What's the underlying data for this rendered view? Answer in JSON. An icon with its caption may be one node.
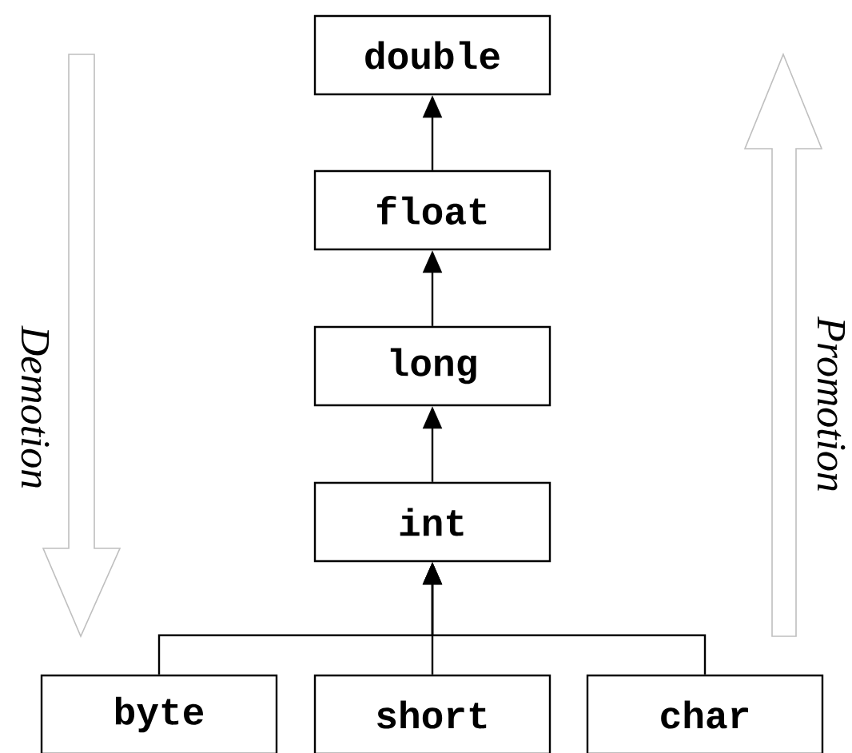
{
  "diagram": {
    "nodes": [
      {
        "text": [
          "double"
        ]
      },
      {
        "text": [
          "float"
        ]
      },
      {
        "text": [
          "long"
        ]
      },
      {
        "text": [
          "int"
        ]
      },
      {
        "text": [
          "byte"
        ]
      },
      {
        "text": [
          "short"
        ]
      },
      {
        "text": [
          "char"
        ]
      }
    ],
    "edges": [
      {
        "from": 1,
        "to": 0,
        "arrow": "to"
      },
      {
        "from": 2,
        "to": 1,
        "arrow": "to"
      },
      {
        "from": 3,
        "to": 2,
        "arrow": "to"
      },
      {
        "from": 4,
        "to": 3,
        "arrow": "to"
      },
      {
        "from": 5,
        "to": 3,
        "arrow": "to"
      },
      {
        "from": 6,
        "to": 3,
        "arrow": "to"
      }
    ],
    "labels": [
      "Demotion",
      "Promotion"
    ]
  }
}
